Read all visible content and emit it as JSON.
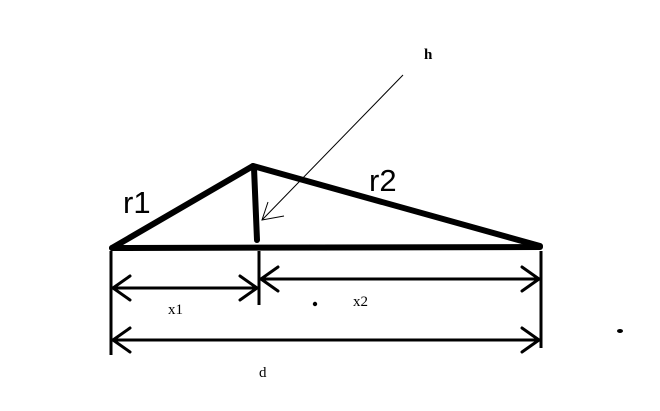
{
  "labels": {
    "h": "h",
    "r1": "r1",
    "r2": "r2",
    "x1": "x1",
    "x2": "x2",
    "d": "d"
  },
  "colors": {
    "stroke": "#000000",
    "background": "#ffffff"
  }
}
